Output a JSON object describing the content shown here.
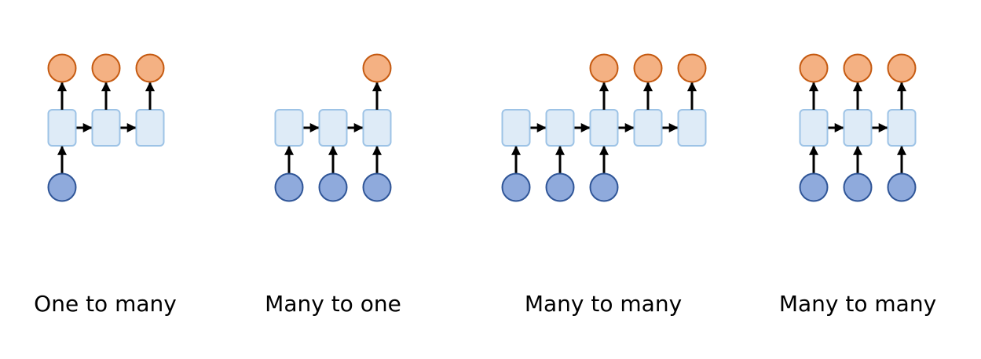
{
  "colors": {
    "output_fill": "#F4B183",
    "output_stroke": "#C55A11",
    "hidden_fill": "#DEEBF7",
    "hidden_stroke": "#9DC3E6",
    "input_fill": "#8FAADC",
    "input_stroke": "#2F5597",
    "arrow": "#000000"
  },
  "diagrams": [
    {
      "name": "one-to-many",
      "label": "One to many",
      "steps": 3,
      "inputs": [
        0
      ],
      "outputs": [
        0,
        1,
        2
      ]
    },
    {
      "name": "many-to-one",
      "label": "Many to one",
      "steps": 3,
      "inputs": [
        0,
        1,
        2
      ],
      "outputs": [
        2
      ]
    },
    {
      "name": "many-to-many-delayed",
      "label": "Many to many",
      "steps": 5,
      "inputs": [
        0,
        1,
        2
      ],
      "outputs": [
        2,
        3,
        4
      ]
    },
    {
      "name": "many-to-many-synced",
      "label": "Many to many",
      "steps": 3,
      "inputs": [
        0,
        1,
        2
      ],
      "outputs": [
        0,
        1,
        2
      ]
    }
  ]
}
